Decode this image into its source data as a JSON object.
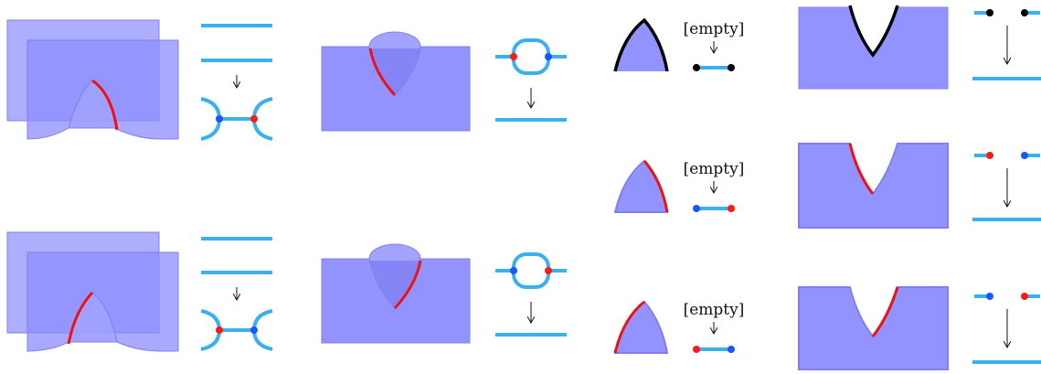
{
  "labels": {
    "empty1": "[empty]",
    "empty2": "[empty]",
    "empty3": "[empty]"
  },
  "colors": {
    "sheet": "#9393ff",
    "sheet_stroke": "#7f7fee",
    "sheet_dark": "#7b7bf5",
    "blue_line": "#3ab0ee",
    "red": "#ee1111",
    "black": "#000000",
    "dot_blue": "#1a56ff",
    "dot_red": "#ff1a1a"
  }
}
